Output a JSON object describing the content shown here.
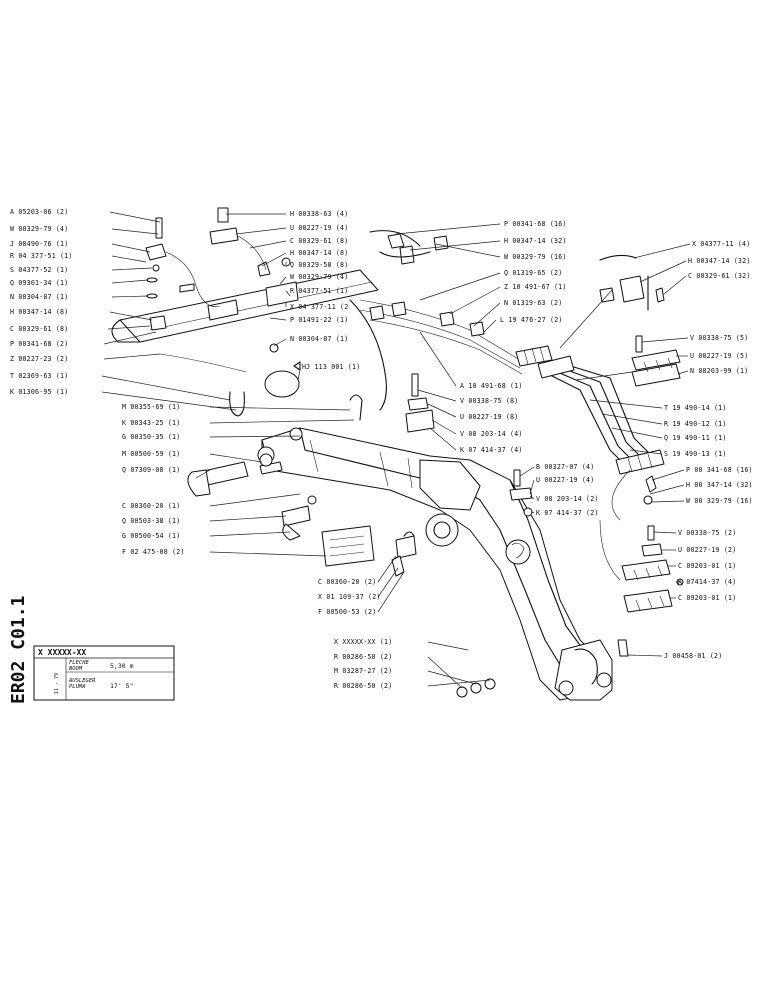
{
  "labels_left": [
    "A 05203-06 (2)",
    "W 00329-79 (4)",
    "J 08490-76 (1)",
    "R 04 377-51 (1)",
    "S 04377-52 (1)",
    "Q 09301-34 (1)",
    "N 00304-87 (1)",
    "H 00347-14 (8)",
    "C 00329-61 (8)",
    "P 00341-68 (2)",
    "Z 00227-23 (2)",
    "T 02369-63 (1)",
    "K 01306-95 (1)"
  ],
  "labels_top_mid": [
    "H 00338-63 (4)",
    "U 00227-19 (4)",
    "C 00329-61 (8)",
    "H 00347-14 (8)",
    "Q 00329-50 (8)",
    "W 00329-79 (4)",
    "R 04377-51 (1)",
    "X 04 377-11 (2",
    "P 01491-22 (1)",
    "N 00304-87 (1)"
  ],
  "labels_top_right": [
    "P 00341-68 (16)",
    "H 00347-14 (32)",
    "W 00329-79 (16)",
    "Q 01319-65 (2)",
    "Z 10 491-67 (1)",
    "N 01319-63 (2)",
    "L 19 476-27 (2)"
  ],
  "labels_far_right_top": [
    "X 04377-11 (4)",
    "H 00347-14 (32)",
    "C 00329-61 (32)"
  ],
  "labels_right_clamp": [
    "V 00338-75 (5)",
    "U 00227-19 (5)",
    "N 08203-99 (1)"
  ],
  "labels_right_pipes": [
    "T 19 490-14 (1)",
    "R 19 490-12 (1)",
    "Q 19 490-11 (1)",
    "S 19 490-13 (1)",
    "P 00 341-68 (16)",
    "H 00 347-14 (32)",
    "W 00 329-79 (16)"
  ],
  "labels_right_bottom": [
    "V 00338-75 (2)",
    "U 00227-19 (2)",
    "C 09203-01 (1)",
    "K 07414-37 (4)",
    "C 09203-01 (1)"
  ],
  "center_callout": "HJ 113 001  (1)",
  "labels_center": [
    "A 10 491-68 (1)",
    "V 00338-75 (8)",
    "U 00227-19 (8)",
    "V 08 203-14 (4)",
    "K 07 414-37 (4)"
  ],
  "labels_center_right": [
    "B 00327-07 (4)",
    "U 00227-19 (4)",
    "V 08 203-14 (2)",
    "K 07 414-37 (2)"
  ],
  "labels_mid_left": [
    "M 00355-69 (1)",
    "K 00343-25 (1)",
    "G 00350-35 (1)",
    "M 00500-59 (1)",
    "Q 07309-08 (1)"
  ],
  "labels_lower_left": [
    "C 00360-20 (1)",
    "Q 00503-38 (1)",
    "G 00500-54 (1)",
    "F 02 475-08 (2)"
  ],
  "labels_lower_center": [
    "C 00360-20 (2)",
    "X 01 109-37 (2)",
    "F 00500-53 (2)"
  ],
  "labels_bottom_center": [
    "X XXXXX-XX (1)",
    "R 00286-50 (2)",
    "M 03287-27 (2)",
    "R 00286-50 (2)"
  ],
  "label_bottom_right": "J 00458-01 (2)",
  "title_block": {
    "code": "X XXXXX-XX",
    "date": "11 - 79",
    "names": [
      "FLECHE",
      "BOOM",
      "AUSLEGER",
      "PLUMA"
    ],
    "dim_metric": "5,30 m",
    "dim_imperial": "17' 5\""
  },
  "side_label": "ER02 C01.1"
}
